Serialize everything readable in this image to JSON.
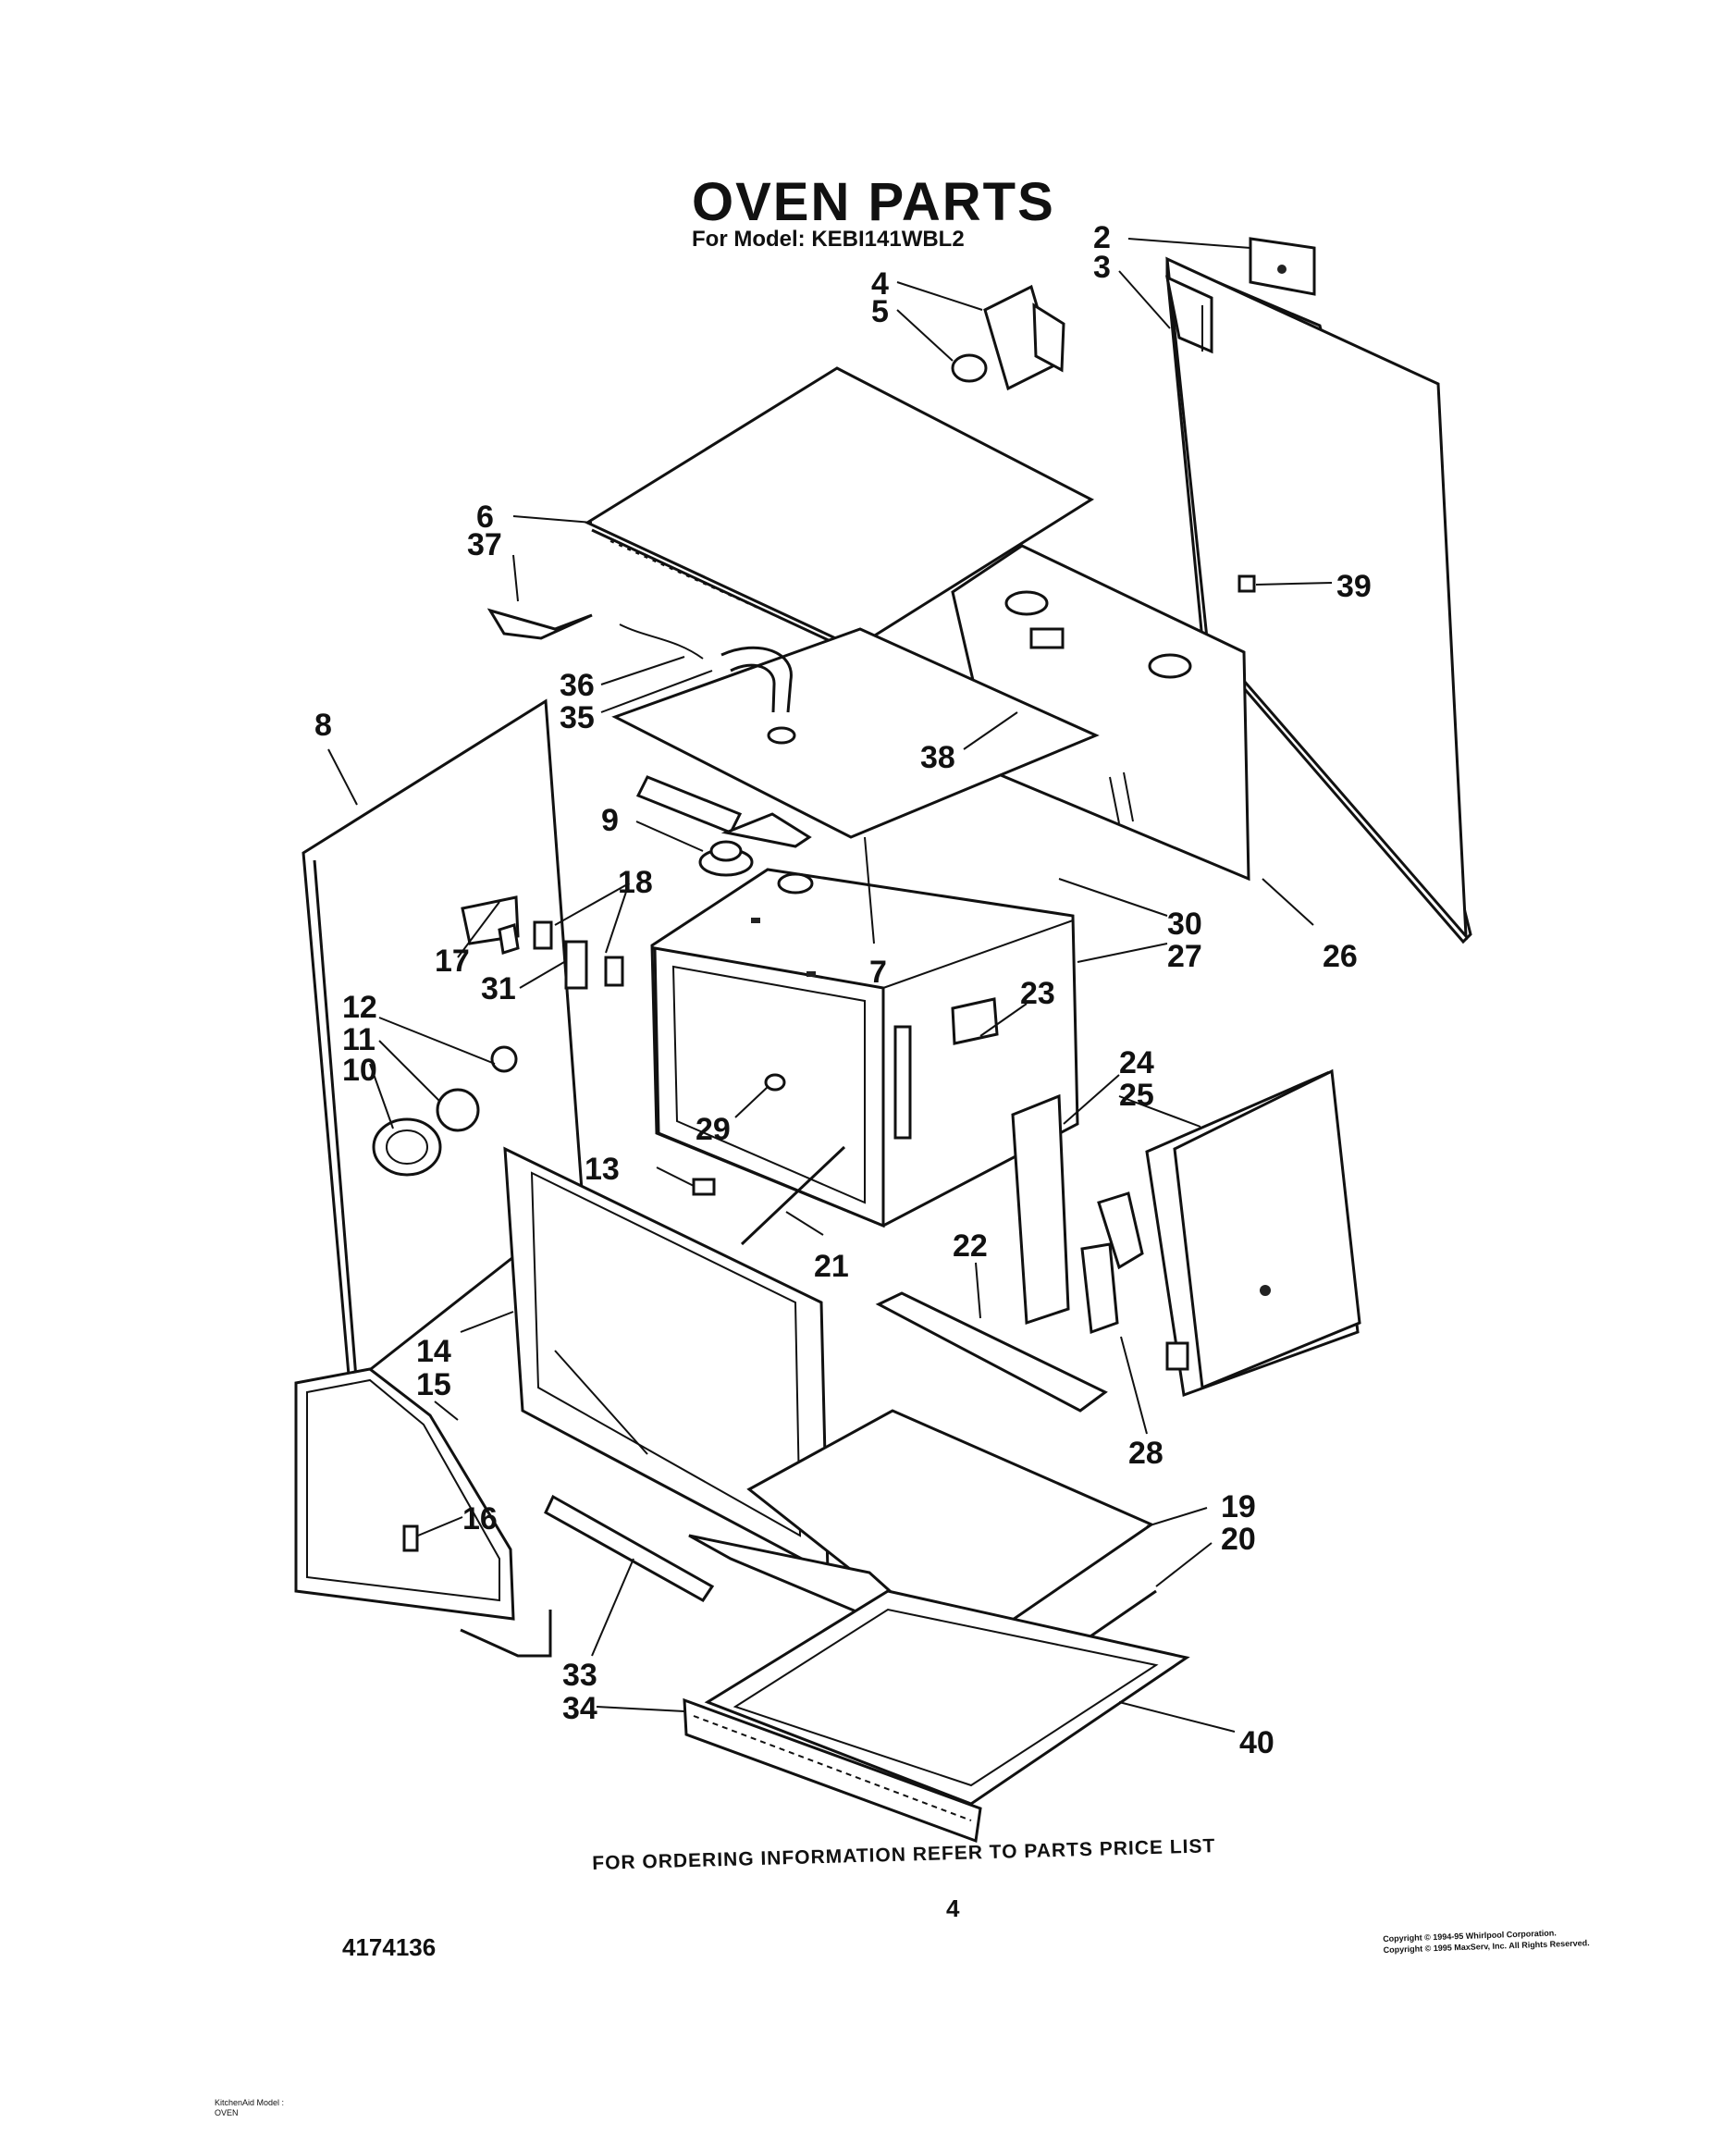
{
  "title": "OVEN PARTS",
  "subtitle": "For Model: KEBI141WBL2",
  "footer_note": "FOR ORDERING INFORMATION REFER TO PARTS PRICE LIST",
  "page_number": "4",
  "document_number": "4174136",
  "copyright_line1": "Copyright © 1994-95 Whirlpool Corporation.",
  "copyright_line2": "Copyright © 1995 MaxServ, Inc.  All Rights Reserved.",
  "kitchenaid_line1": "KitchenAid Model :",
  "kitchenaid_line2": "OVEN",
  "callouts": [
    "2",
    "3",
    "4",
    "5",
    "6",
    "37",
    "39",
    "36",
    "35",
    "38",
    "8",
    "9",
    "18",
    "17",
    "31",
    "7",
    "30",
    "27",
    "26",
    "12",
    "11",
    "10",
    "23",
    "24",
    "25",
    "29",
    "13",
    "21",
    "22",
    "14",
    "15",
    "16",
    "28",
    "19",
    "20",
    "33",
    "34",
    "40"
  ]
}
